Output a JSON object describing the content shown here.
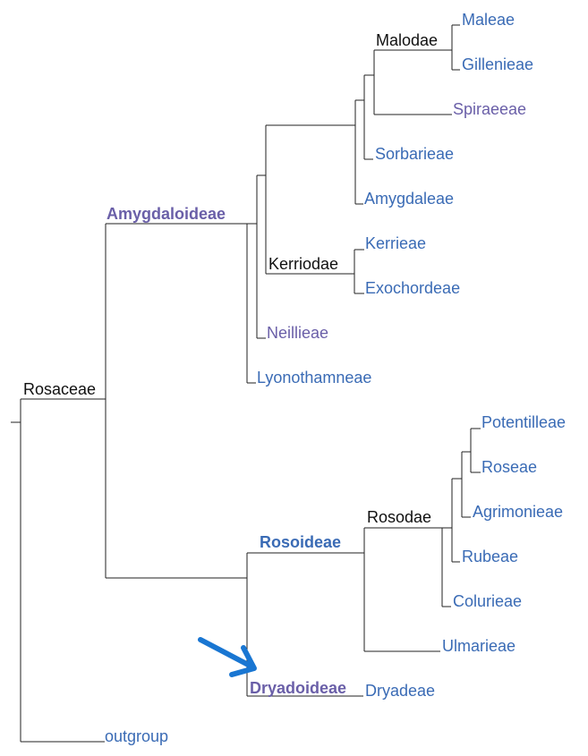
{
  "tree": {
    "root": "Rosaceae",
    "subfamilies": {
      "amygdaloideae": "Amygdaloideae",
      "rosoideae": "Rosoideae",
      "dryadoideae": "Dryadoideae"
    },
    "supertribes": {
      "malodae": "Malodae",
      "kerriodae": "Kerriodae",
      "rosodae": "Rosodae"
    },
    "leaves": {
      "maleae": "Maleae",
      "gillenieae": "Gillenieae",
      "spiraeeae": "Spiraeeae",
      "sorbarieae": "Sorbarieae",
      "amygdaleae": "Amygdaleae",
      "kerrieae": "Kerrieae",
      "exochordeae": "Exochordeae",
      "neillieae": "Neillieae",
      "lyonothamneae": "Lyonothamneae",
      "potentilleae": "Potentilleae",
      "roseae": "Roseae",
      "agrimonieae": "Agrimonieae",
      "rubeae": "Rubeae",
      "colurieae": "Colurieae",
      "ulmarieae": "Ulmarieae",
      "dryadeae": "Dryadeae",
      "outgroup": "outgroup"
    },
    "colors": {
      "leaf": "#3a6bb5",
      "leaf_alt": "#6a5fa8",
      "clade_label": "#111111",
      "arrow": "#1976d2"
    },
    "annotation": {
      "icon": "arrow-icon",
      "points_to": "Dryadoideae"
    }
  }
}
